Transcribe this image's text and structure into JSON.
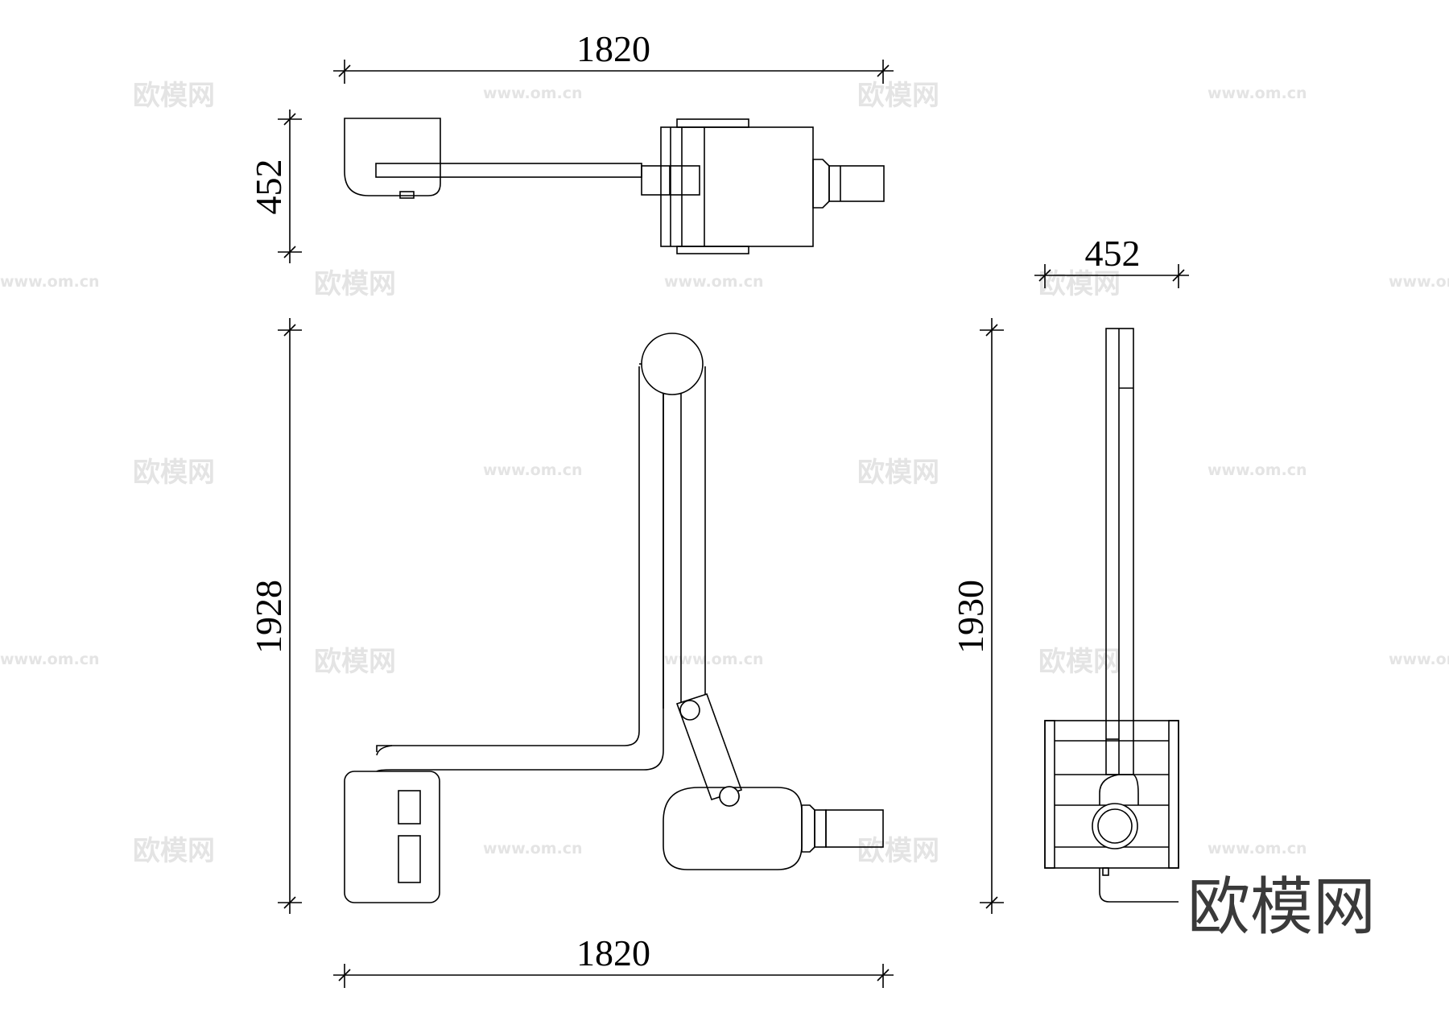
{
  "dimensions": {
    "top_width": "1820",
    "top_depth": "452",
    "front_height": "1928",
    "front_width": "1820",
    "side_height": "1930",
    "side_width": "452"
  },
  "watermark": {
    "url": "www.om.cn",
    "brand_cn": "欧模网"
  },
  "brand_logo": "欧模网"
}
